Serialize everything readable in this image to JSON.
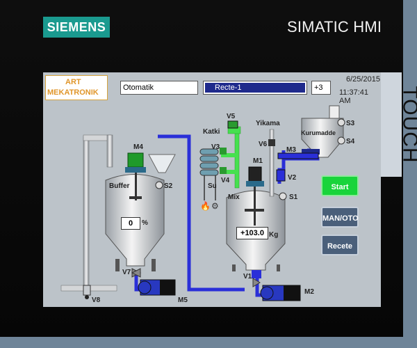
{
  "device": {
    "brand": "SIEMENS",
    "model": "SIMATIC HMI",
    "touch": "TOUCH"
  },
  "header": {
    "logo_line1": "ART",
    "logo_line2": "MEKATRONIK",
    "mode": "Otomatik",
    "recipe": "Recte-1",
    "step": "+3",
    "date": "6/25/2015",
    "time": "11:37:41 AM"
  },
  "buttons": {
    "start": "Start",
    "man_oto": "MAN/OTO",
    "recete": "Recete"
  },
  "process": {
    "buffer_tank": {
      "label": "Buffer",
      "level_value": "0",
      "level_unit": "%"
    },
    "mix_tank": {
      "label": "Mix",
      "weight_value": "+103.0",
      "weight_unit": "Kg"
    },
    "labels": {
      "m4": "M4",
      "s2": "S2",
      "v7": "V7",
      "v8": "V8",
      "m5": "M5",
      "v5": "V5",
      "katki": "Katki",
      "v3": "V3",
      "v4": "V4",
      "su": "Su",
      "m1": "M1",
      "yikama": "Yikama",
      "v6": "V6",
      "m3": "M3",
      "kurumadde": "Kurumadde",
      "s3": "S3",
      "s4": "S4",
      "v2": "V2",
      "s1": "S1",
      "v1": "V1",
      "m2": "M2"
    }
  },
  "colors": {
    "screen_bg": "#bcc3c9",
    "start_green": "#19d43b",
    "button_blue": "#4a5f7a",
    "pipe_blue": "#2a2fd8",
    "pipe_green": "#46e04f",
    "motor_green": "#1f9a2a",
    "brand_teal": "#1a9a8f"
  }
}
